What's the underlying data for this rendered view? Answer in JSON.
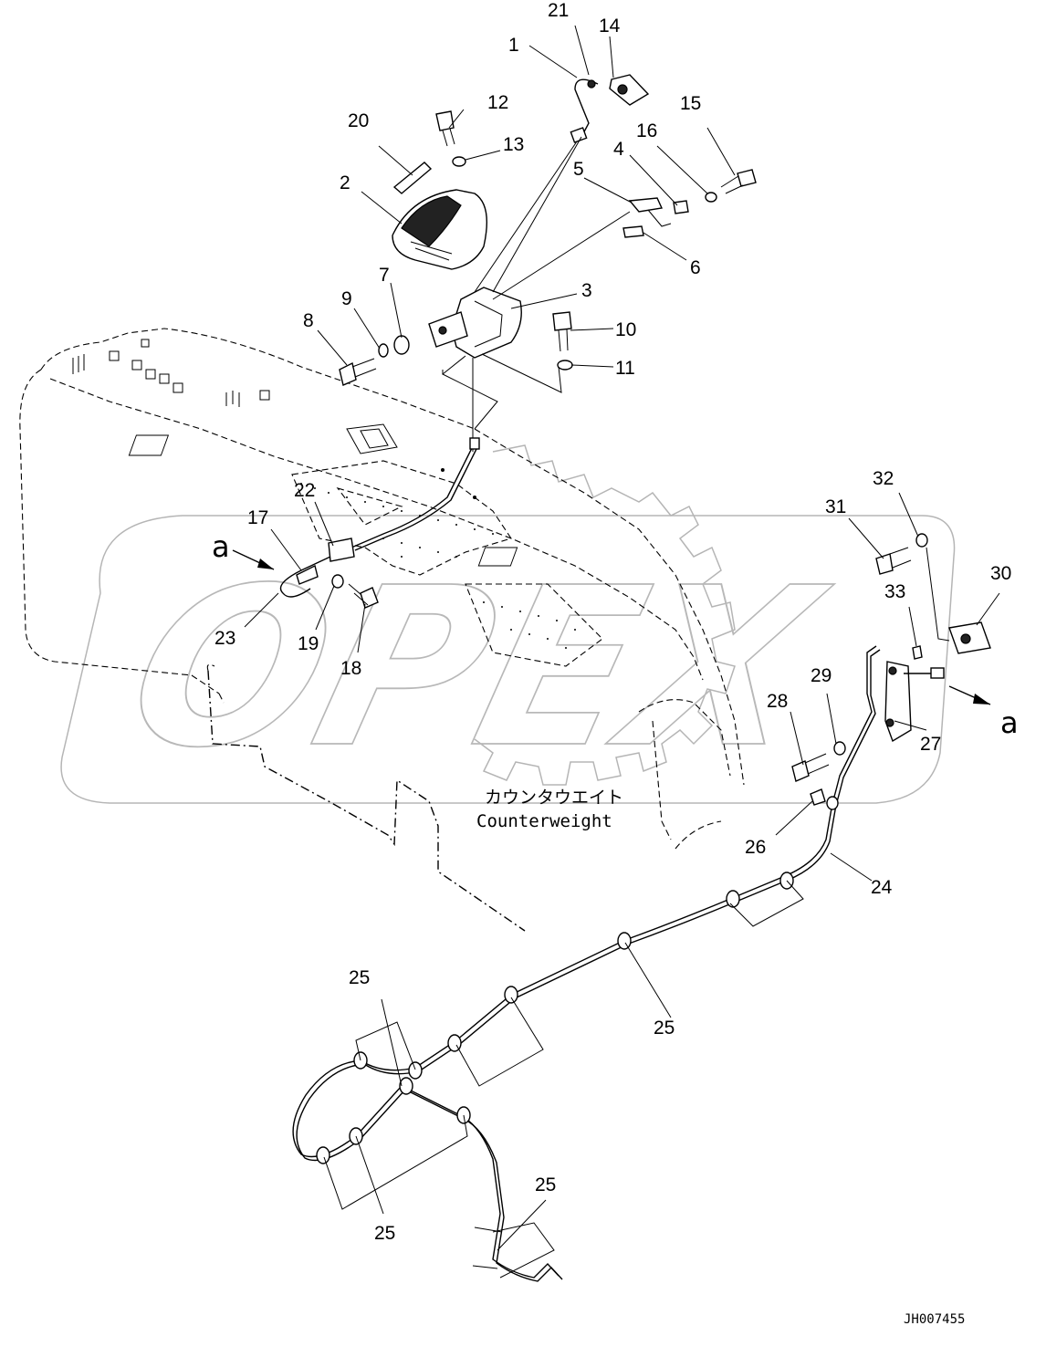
{
  "diagram": {
    "watermark": "OPEX",
    "counterweight_jp": "カウンタウエイト",
    "counterweight_en": "Counterweight",
    "drawing_code": "JH007455",
    "view_marker": "a"
  },
  "callouts": [
    {
      "id": "1",
      "text": "1"
    },
    {
      "id": "2",
      "text": "2"
    },
    {
      "id": "3",
      "text": "3"
    },
    {
      "id": "4",
      "text": "4"
    },
    {
      "id": "5",
      "text": "5"
    },
    {
      "id": "6",
      "text": "6"
    },
    {
      "id": "7",
      "text": "7"
    },
    {
      "id": "8",
      "text": "8"
    },
    {
      "id": "9",
      "text": "9"
    },
    {
      "id": "10",
      "text": "10"
    },
    {
      "id": "11",
      "text": "11"
    },
    {
      "id": "12",
      "text": "12"
    },
    {
      "id": "13",
      "text": "13"
    },
    {
      "id": "14",
      "text": "14"
    },
    {
      "id": "15",
      "text": "15"
    },
    {
      "id": "16",
      "text": "16"
    },
    {
      "id": "17",
      "text": "17"
    },
    {
      "id": "18",
      "text": "18"
    },
    {
      "id": "19",
      "text": "19"
    },
    {
      "id": "20",
      "text": "20"
    },
    {
      "id": "21",
      "text": "21"
    },
    {
      "id": "22",
      "text": "22"
    },
    {
      "id": "23",
      "text": "23"
    },
    {
      "id": "24",
      "text": "24"
    },
    {
      "id": "25",
      "text": "25"
    },
    {
      "id": "26",
      "text": "26"
    },
    {
      "id": "27",
      "text": "27"
    },
    {
      "id": "28",
      "text": "28"
    },
    {
      "id": "29",
      "text": "29"
    },
    {
      "id": "30",
      "text": "30"
    },
    {
      "id": "31",
      "text": "31"
    },
    {
      "id": "32",
      "text": "32"
    },
    {
      "id": "33",
      "text": "33"
    }
  ]
}
